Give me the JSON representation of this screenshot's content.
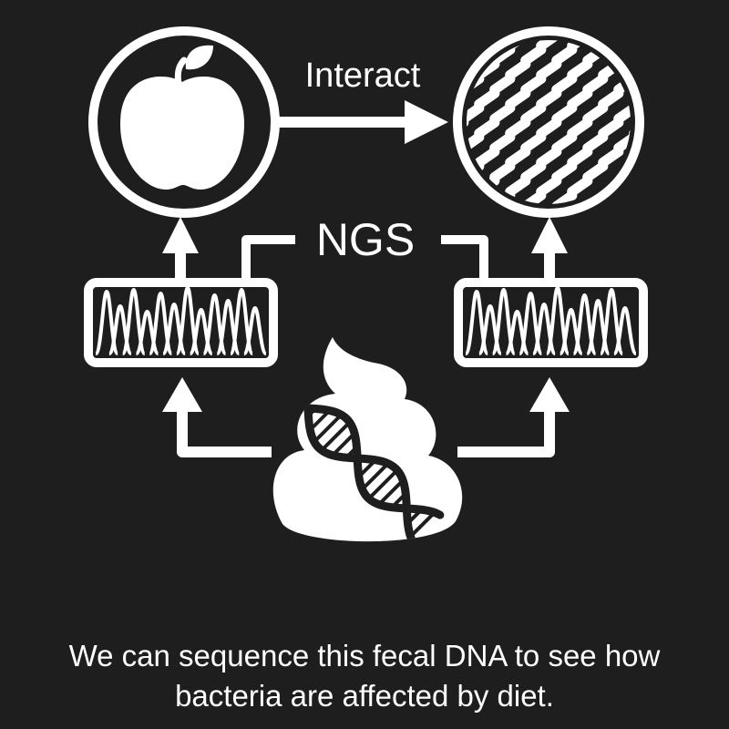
{
  "labels": {
    "interact": "Interact",
    "ngs": "NGS"
  },
  "icons": {
    "food": "apple-icon",
    "microbes": "bacteria-icon",
    "sample": "poop-dna-icon",
    "sequencer": "chromatogram-icon"
  },
  "caption": {
    "line1": "We can sequence this fecal DNA to see how",
    "line2": "bacteria are affected by diet."
  },
  "colors": {
    "background": "#1e1e1e",
    "foreground": "#ffffff"
  }
}
